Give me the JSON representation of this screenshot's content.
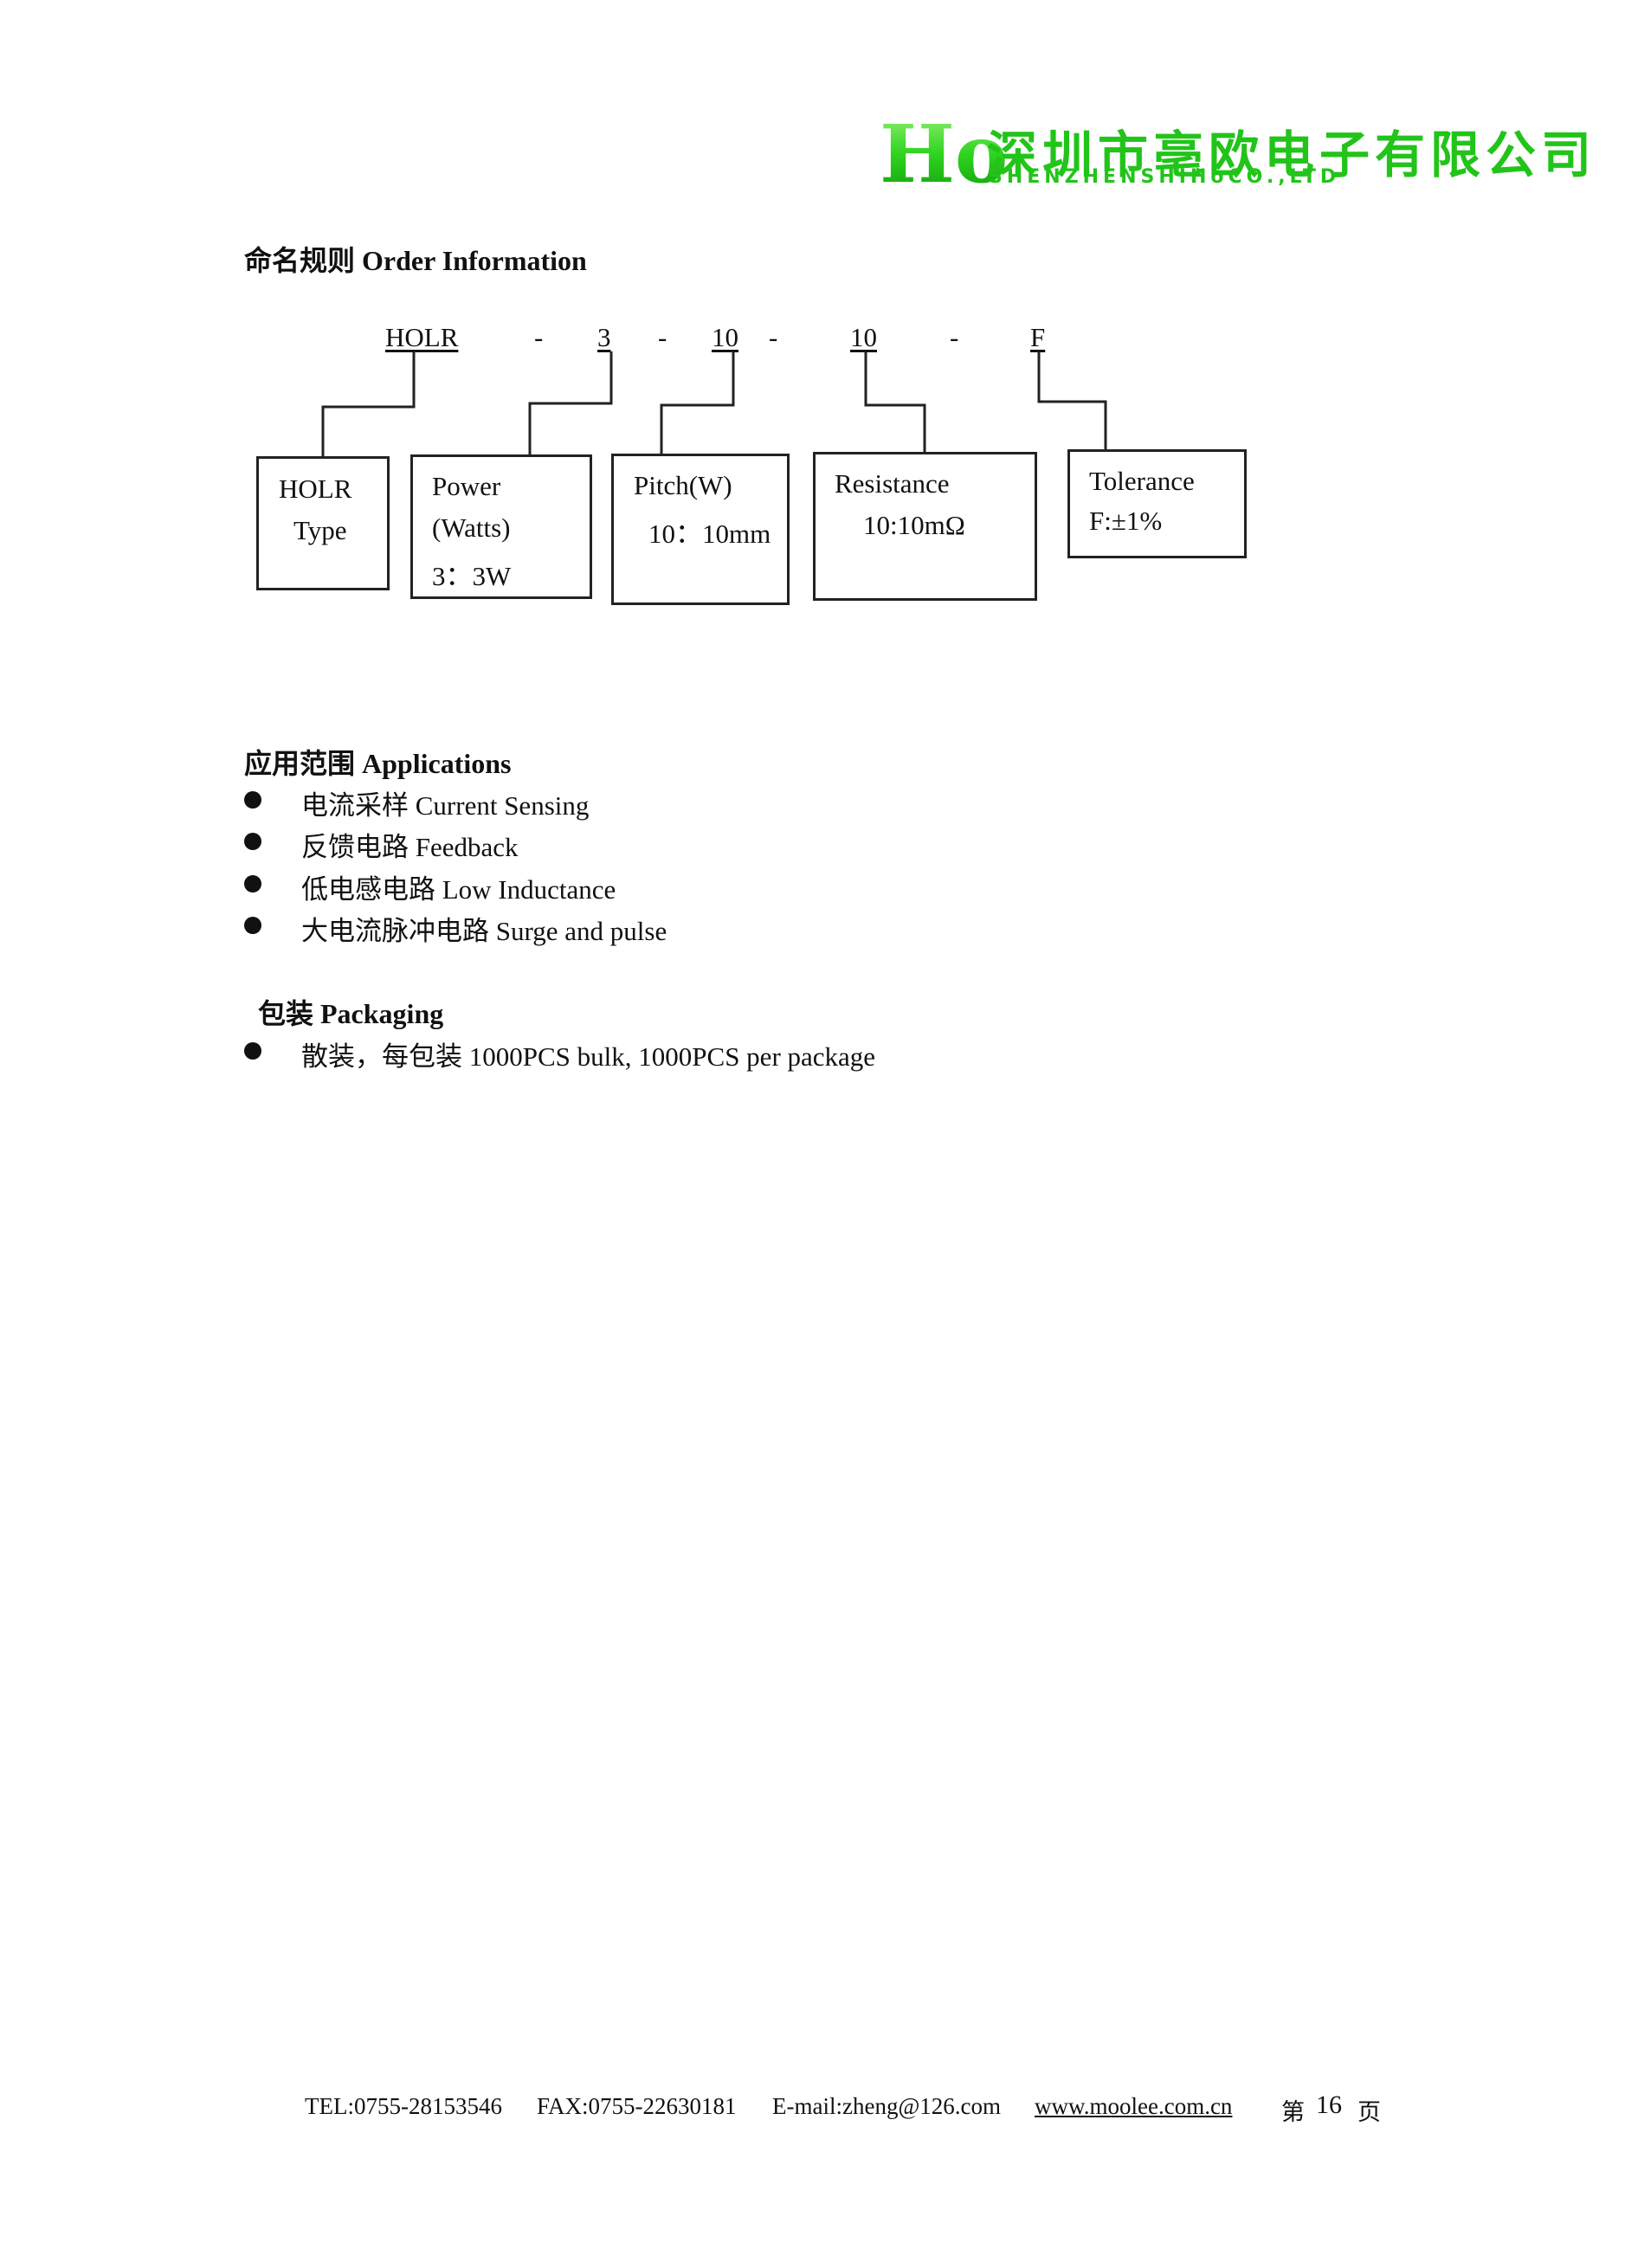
{
  "header": {
    "logo_mark": "Ho",
    "company_cn": "深圳市亳欧电子有限公司",
    "company_en": "SHENZHENSHIHoCO.,LTD",
    "brand_color": "#22c41a"
  },
  "order_info": {
    "heading": "命名规则 Order Information",
    "code_parts": [
      "HOLR",
      "-",
      "3",
      "-",
      "10",
      "-",
      "10",
      "-",
      "F"
    ],
    "boxes": [
      {
        "lines": [
          "HOLR",
          "Type"
        ]
      },
      {
        "lines": [
          "Power",
          "(Watts)",
          "3：3W"
        ]
      },
      {
        "lines": [
          "Pitch(W)",
          "10：10mm"
        ]
      },
      {
        "lines": [
          "Resistance",
          "10:10mΩ"
        ]
      },
      {
        "lines": [
          "Tolerance",
          "F:±1%"
        ]
      }
    ]
  },
  "applications": {
    "heading": "应用范围    Applications",
    "items": [
      "电流采样     Current Sensing",
      "反馈电路     Feedback",
      "低电感电路 Low Inductance",
      "大电流脉冲电路 Surge and pulse"
    ]
  },
  "packaging": {
    "heading": "包装 Packaging",
    "items": [
      "散装，每包装 1000PCS bulk, 1000PCS per package"
    ]
  },
  "footer": {
    "tel": "TEL:0755-28153546",
    "fax": "FAX:0755-22630181",
    "email": "E-mail:zheng@126.com",
    "website": "www.moolee.com.cn",
    "page_prefix": "第",
    "page_number": "16",
    "page_suffix": "页"
  }
}
